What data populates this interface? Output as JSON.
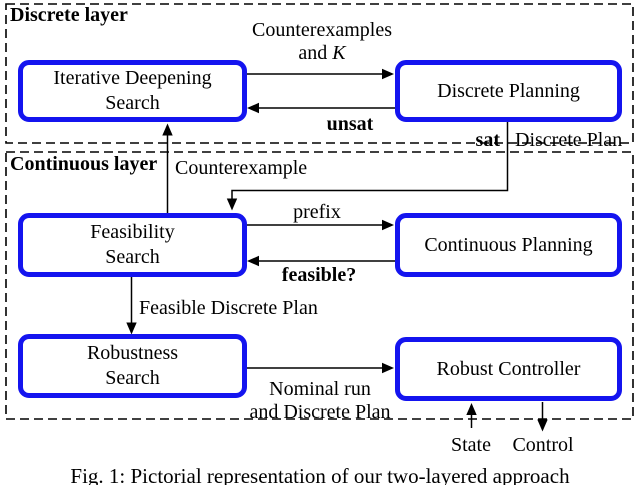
{
  "diagram": {
    "layers": {
      "discrete": "Discrete layer",
      "continuous": "Continuous layer"
    },
    "boxes": {
      "iterative_deepening_search": {
        "line1": "Iterative Deepening",
        "line2": "Search"
      },
      "discrete_planning": {
        "line1": "Discrete Planning"
      },
      "feasibility_search": {
        "line1": "Feasibility",
        "line2": "Search"
      },
      "continuous_planning": {
        "line1": "Continuous Planning"
      },
      "robustness_search": {
        "line1": "Robustness",
        "line2": "Search"
      },
      "robust_controller": {
        "line1": "Robust Controller"
      }
    },
    "edges": {
      "counterexamples_line1": "Counterexamples",
      "counterexamples_and": "and ",
      "counterexamples_k": "K",
      "unsat": "unsat",
      "sat": "sat",
      "discrete_plan": "Discrete Plan",
      "counterexample": "Counterexample",
      "prefix": "prefix",
      "feasible": "feasible?",
      "feasible_discrete_plan": "Feasible Discrete Plan",
      "nominal_run_line1": "Nominal run",
      "nominal_run_line2": "and Discrete Plan",
      "state": "State",
      "control": "Control"
    },
    "caption": "Fig. 1: Pictorial representation of our two-layered approach",
    "colors": {
      "box_border": "#1414ef",
      "line": "#000000",
      "background": "#ffffff"
    }
  }
}
